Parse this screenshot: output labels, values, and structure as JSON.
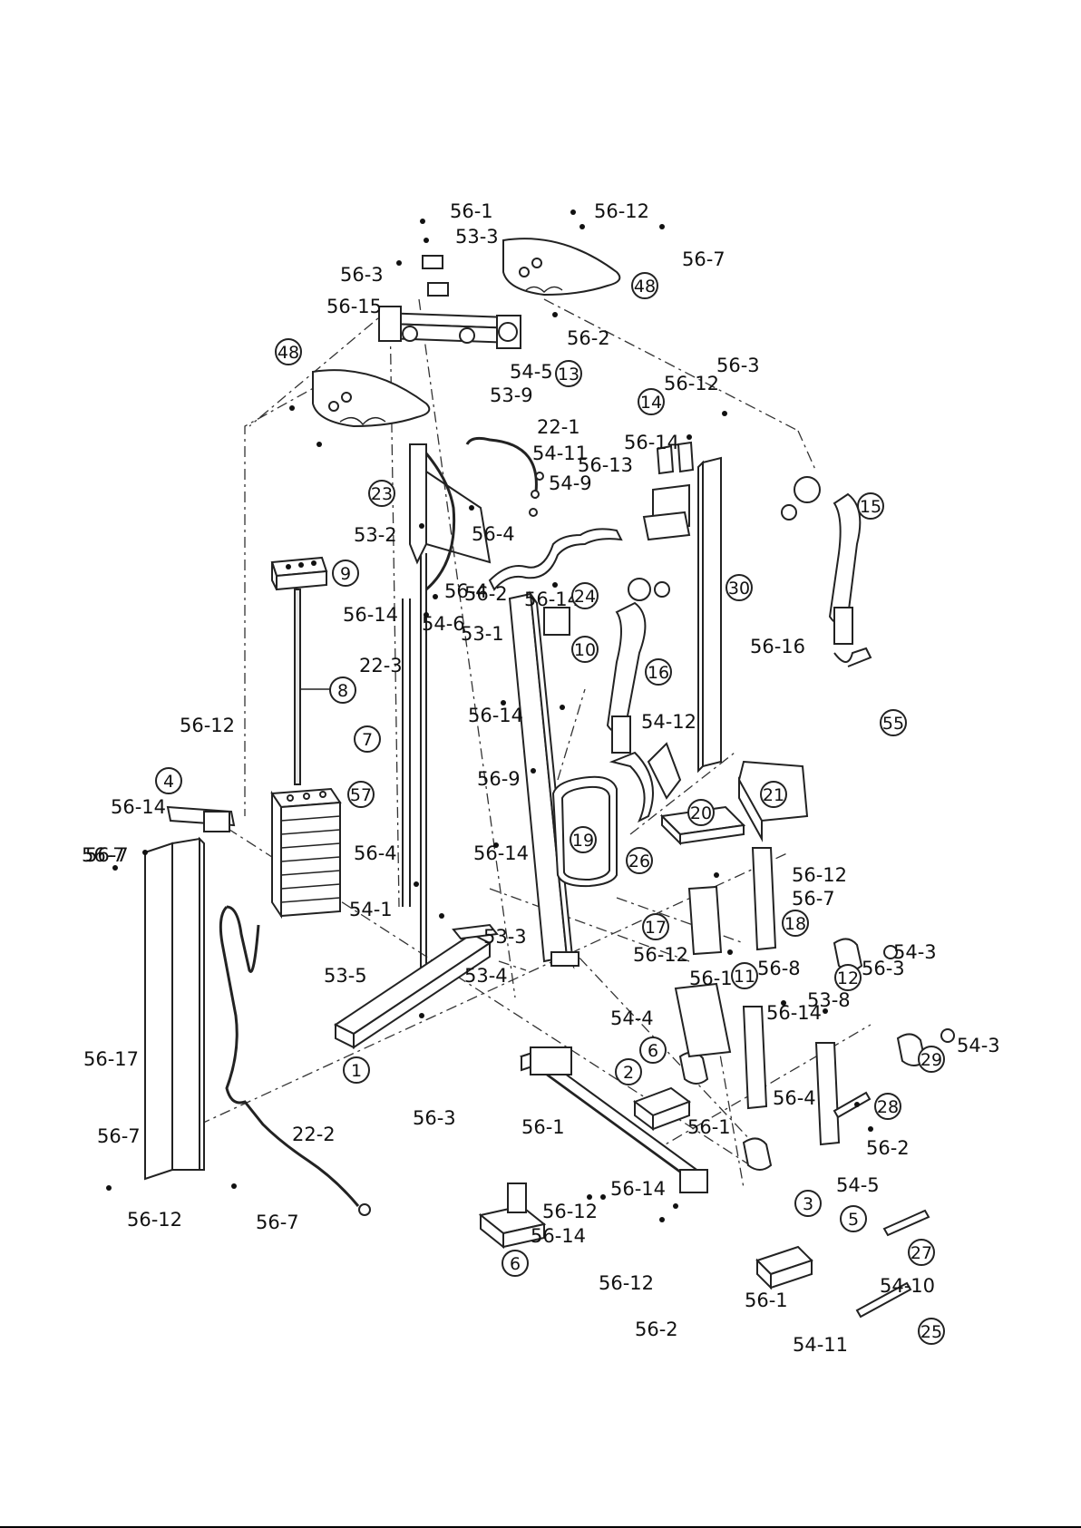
{
  "labels": [
    "56-1",
    "53-3",
    "56-12",
    "56-7",
    "56-3",
    "56-15",
    "56-2",
    "54-5",
    "53-9",
    "22-1",
    "54-11",
    "54-9",
    "56-12",
    "56-3",
    "56-14",
    "56-13",
    "53-2",
    "56-4",
    "56-2",
    "56-14",
    "54-6",
    "56-4",
    "53-1",
    "56-14",
    "22-3",
    "56-14",
    "54-12",
    "56-9",
    "56-12",
    "56-14",
    "56-7",
    "56-4",
    "54-1",
    "53-5",
    "53-4",
    "53-3",
    "56-14",
    "56-12",
    "56-8",
    "56-3",
    "56-12",
    "56-7",
    "56-16",
    "56-11",
    "54-4",
    "56-14",
    "53-8",
    "56-4",
    "54-3",
    "54-3",
    "56-1",
    "56-1",
    "56-2",
    "54-5",
    "56-14",
    "56-12",
    "56-14",
    "56-12",
    "56-2",
    "56-17",
    "56-3",
    "56-7",
    "56-12",
    "56-7",
    "22-2",
    "56-1",
    "54-10",
    "54-11",
    "56-7"
  ],
  "circled": [
    "48",
    "48",
    "13",
    "14",
    "23",
    "9",
    "24",
    "15",
    "10",
    "16",
    "8",
    "7",
    "57",
    "30",
    "4",
    "19",
    "26",
    "20",
    "21",
    "55",
    "17",
    "18",
    "1",
    "6",
    "11",
    "12",
    "2",
    "29",
    "28",
    "3",
    "5",
    "27",
    "25",
    "6"
  ],
  "colors": {
    "line": "#222222",
    "background": "#ffffff"
  }
}
